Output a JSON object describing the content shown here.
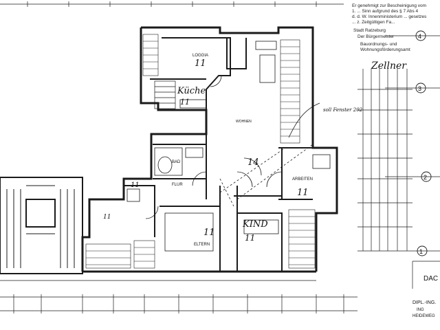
{
  "stamp": {
    "lines": [
      "Er genehmigt zur Bescheinigung vom",
      "1. ... Sinn aufgrund des § 7 Abs 4",
      "d. d. W. Innenministerium ... gesetzes",
      "... z. Zeitgültigen Fa...",
      "Stadt Ratzeburg",
      "Der Bürgermeister",
      "Bauordnungs- und",
      "Wohnungsförderungsamt"
    ],
    "signature": "Zellner"
  },
  "rooms": {
    "loggia": "LOGGIA",
    "loggia_num": "11",
    "kueche": "Küche",
    "kueche_num": "11",
    "wohnen": "WOHNEN",
    "wohnen_num": "14",
    "bad": "BAD",
    "flur": "FLUR",
    "flur_num": "11",
    "arbeiten": "ARBEITEN",
    "arbeiten_num": "11",
    "eltern": "ELTERN",
    "eltern_num": "11",
    "kind": "KIND",
    "kind_num": "11",
    "left_num": "11"
  },
  "notes": {
    "handwritten": "soll Fenster 202"
  },
  "axis": {
    "markers": [
      "4",
      "3",
      "2",
      "1"
    ]
  },
  "title_block": {
    "dach": "DAC",
    "line1": "DIPL.-ING.",
    "line2": "ING",
    "line3": "HEIDEWEG"
  }
}
